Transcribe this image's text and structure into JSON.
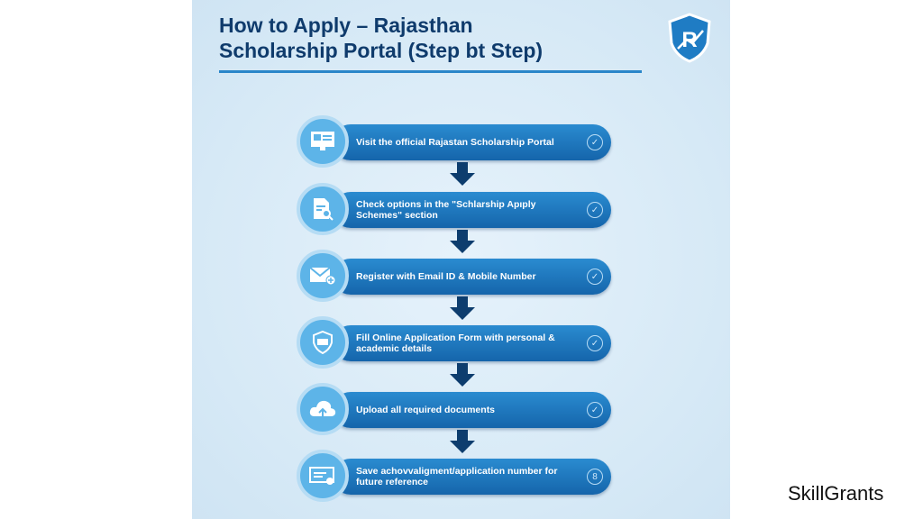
{
  "title_line1": "How to Apply – Rajasthan",
  "title_line2": "Scholarship Portal (Step bt Step)",
  "steps": [
    {
      "text": "Visit the official Rajastan Scholarship Portal",
      "icon": "monitor-icon",
      "status": "✓"
    },
    {
      "text": "Check options in the \"Schlarship Apıply Schemes\" section",
      "icon": "document-search-icon",
      "status": "✓"
    },
    {
      "text": "Register with Email ID & Mobile Number",
      "icon": "email-add-icon",
      "status": "✓"
    },
    {
      "text": "Fill Online Application Form with personal & academic details",
      "icon": "shield-form-icon",
      "status": "✓"
    },
    {
      "text": "Upload all required documents",
      "icon": "cloud-upload-icon",
      "status": "✓"
    },
    {
      "text": "Save achovvaligment/application number for future reference",
      "icon": "certificate-icon",
      "status": "8"
    }
  ],
  "brand": "SkillGrants",
  "colors": {
    "bar": "#1f7cc4",
    "arrow": "#0d3d6e",
    "title": "#0f3b6c"
  }
}
